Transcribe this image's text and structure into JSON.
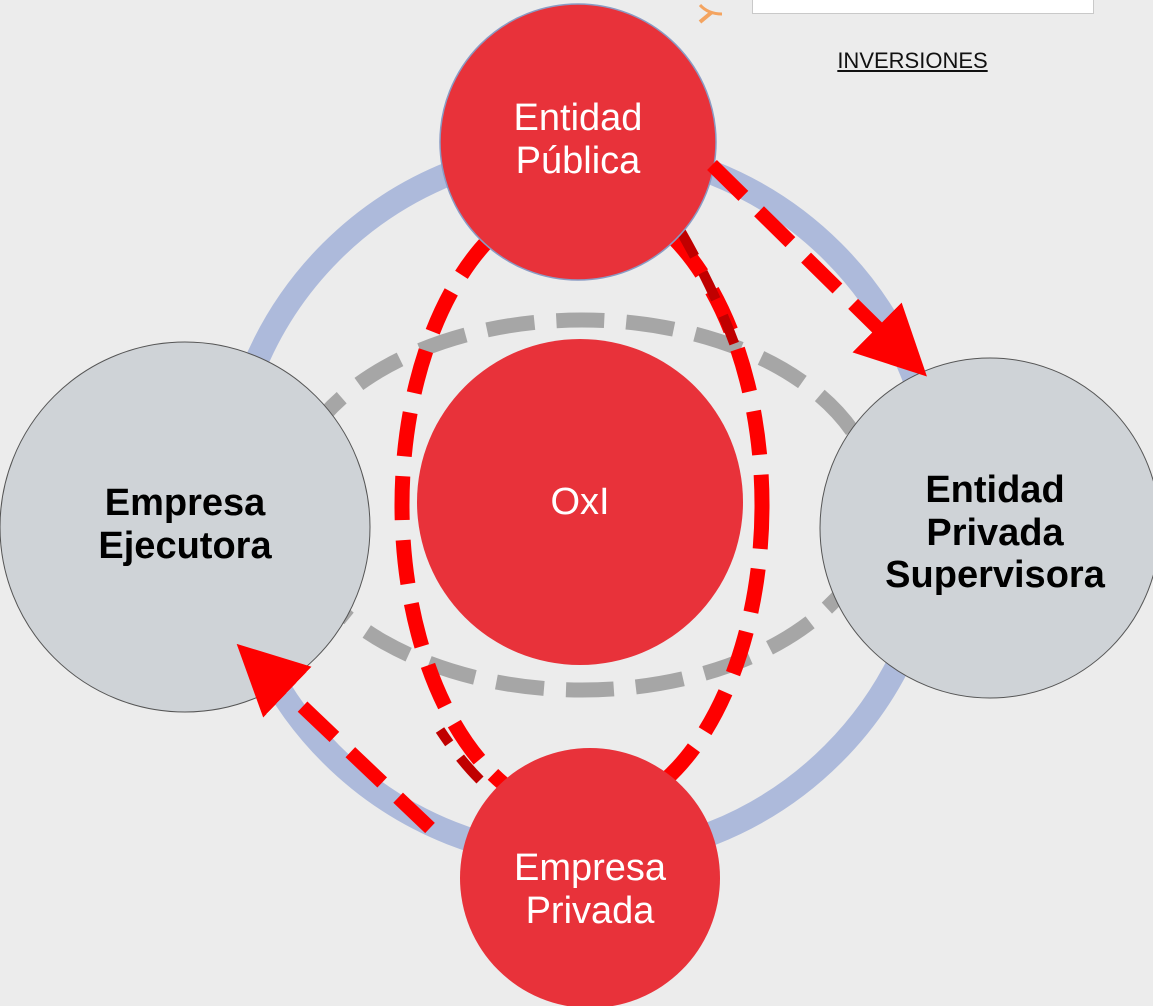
{
  "title": "INVERSIONES",
  "nodes": {
    "entidad_publica": [
      "Entidad",
      "Pública"
    ],
    "empresa_ejecutora": [
      "Empresa",
      "Ejecutora"
    ],
    "entidad_privada_supervisora": [
      "Entidad",
      "Privada",
      "Supervisora"
    ],
    "empresa_privada": [
      "Empresa",
      "Privada"
    ],
    "center": "OxI"
  },
  "colors": {
    "background": "#ececec",
    "ring": "#adbadb",
    "red_node": "#e8323a",
    "grey_node": "#cfd3d7",
    "red_dash": "#fe0000",
    "dark_red_dash": "#c00000",
    "grey_dash": "#a6a6a6",
    "icon_orange": "#f4a460"
  },
  "icons": {
    "top_left_icon": "magnifier-icon"
  }
}
